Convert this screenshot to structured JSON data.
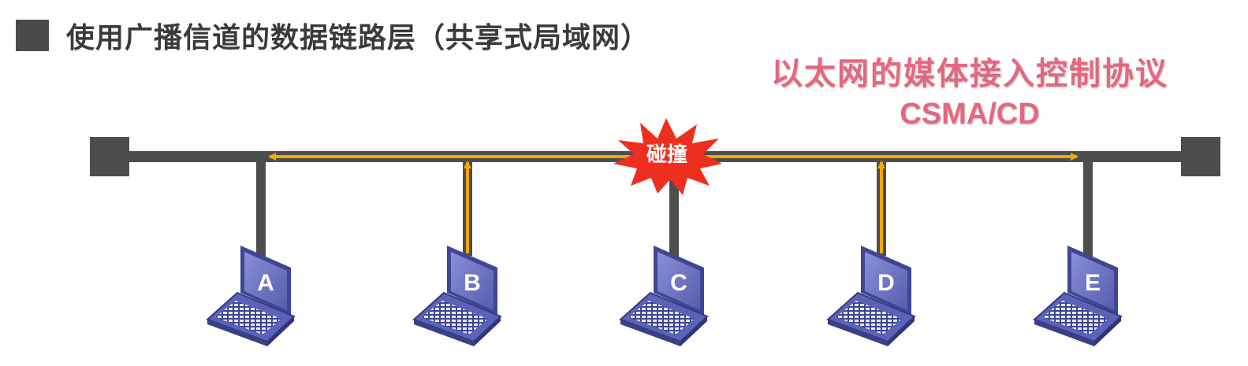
{
  "title": "使用广播信道的数据链路层（共享式局域网）",
  "protocol": {
    "line1": "以太网的媒体接入控制协议",
    "line2": "CSMA/CD"
  },
  "collision_label": "碰撞",
  "colors": {
    "bus": "#4d4d4d",
    "signal": "#f5a800",
    "burst": "#ee2f1f",
    "protocol_text": "#e5677f",
    "laptop_screen": "#6d74c4",
    "laptop_body": "#5b63b8"
  },
  "hosts": [
    {
      "id": "A",
      "icon": "laptop-icon"
    },
    {
      "id": "B",
      "icon": "laptop-icon"
    },
    {
      "id": "C",
      "icon": "laptop-icon"
    },
    {
      "id": "D",
      "icon": "laptop-icon"
    },
    {
      "id": "E",
      "icon": "laptop-icon"
    }
  ]
}
